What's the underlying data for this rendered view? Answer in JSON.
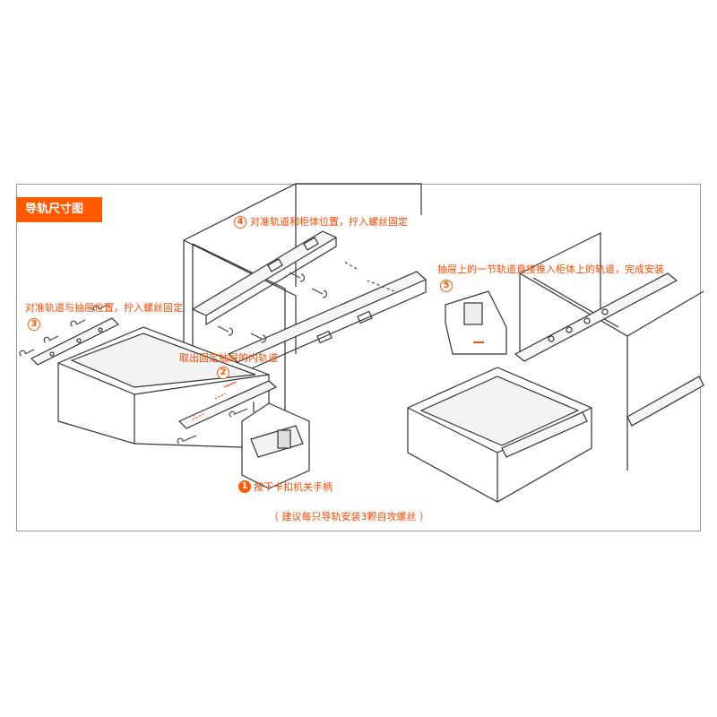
{
  "title": "导轨尺寸图",
  "steps": {
    "s1": {
      "num": "1",
      "text": "按下卡扣机关手柄"
    },
    "s2": {
      "num": "2",
      "text": "取出固定抽屉的内轨道"
    },
    "s3": {
      "num": "3",
      "text": "对准轨道与抽屉位置，拧入螺丝固定"
    },
    "s4": {
      "num": "4",
      "text": "对准轨道和柜体位置，拧入螺丝固定"
    },
    "s5": {
      "num": "5",
      "text": "抽屉上的一节轨道直接推入柜体上的轨道，完成安装"
    }
  },
  "note": "（ 建议每只导轨安装3颗自攻螺丝 ）",
  "colors": {
    "accent": "#ff5a00",
    "line": "#333333",
    "frame": "#9a9a9a"
  }
}
